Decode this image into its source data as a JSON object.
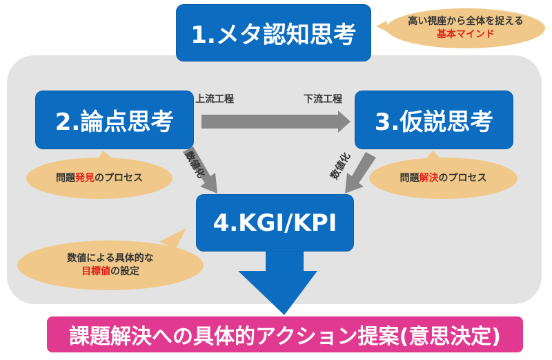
{
  "boxes": {
    "meta": "1.メタ認知思考",
    "issue": "2.論点思考",
    "hypothesis": "3.仮説思考",
    "kgi": "4.KGI/KPI"
  },
  "bubbles": {
    "meta": {
      "line1": "高い視座から全体を捉える",
      "line2_red": "基本マインド"
    },
    "issue": {
      "pre": "問題",
      "red": "発見",
      "post": "のプロセス"
    },
    "hypothesis": {
      "pre": "問題",
      "red": "解決",
      "post": "のプロセス"
    },
    "kgi": {
      "line1": "数値による具体的な",
      "line2_red": "目標値",
      "line2_post": "の設定"
    }
  },
  "labels": {
    "upstream": "上流工程",
    "downstream": "下流工程",
    "quantify_left": "数値化",
    "quantify_right": "数値化"
  },
  "result": "課題解決への具体的アクション提案(意思決定)",
  "colors": {
    "box": "#0c6cc0",
    "bubble": "#f0c98a",
    "accent_red": "#e0201a",
    "result": "#e0398f",
    "panel": "#e3e3e3",
    "arrow_gray": "#888888"
  }
}
